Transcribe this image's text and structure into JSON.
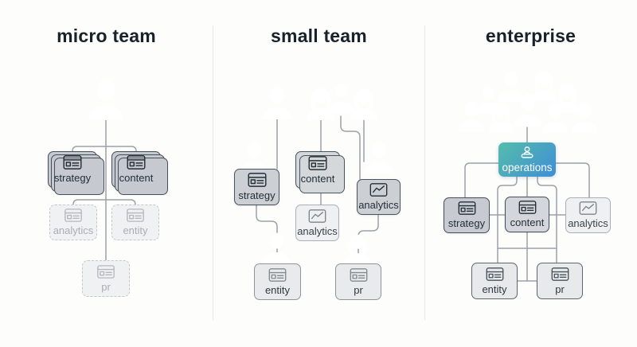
{
  "panels": [
    {
      "title": "micro team",
      "nodes": [
        {
          "label": "strategy",
          "state": "active-stacked"
        },
        {
          "label": "content",
          "state": "active-stacked"
        },
        {
          "label": "analytics",
          "state": "inactive-dashed"
        },
        {
          "label": "entity",
          "state": "inactive-dashed"
        },
        {
          "label": "pr",
          "state": "inactive-dashed"
        }
      ],
      "people_count": 1
    },
    {
      "title": "small team",
      "nodes": [
        {
          "label": "strategy",
          "state": "owned"
        },
        {
          "label": "content",
          "state": "owned-stacked"
        },
        {
          "label": "analytics",
          "state": "secondary"
        },
        {
          "label": "analytics",
          "state": "owned"
        },
        {
          "label": "entity",
          "state": "owned-light"
        },
        {
          "label": "pr",
          "state": "owned-light"
        }
      ],
      "people_count": 8
    },
    {
      "title": "enterprise",
      "nodes": [
        {
          "label": "operations",
          "state": "highlight-gradient"
        },
        {
          "label": "strategy",
          "state": "owned"
        },
        {
          "label": "content",
          "state": "owned"
        },
        {
          "label": "analytics",
          "state": "secondary"
        },
        {
          "label": "entity",
          "state": "owned-light"
        },
        {
          "label": "pr",
          "state": "owned-light"
        }
      ],
      "people_count": 9
    }
  ],
  "icons": {
    "browser": "browser-window-icon",
    "chart": "line-chart-icon",
    "operations": "person-at-desk-icon",
    "person": "person-icon"
  },
  "colors": {
    "background": "#fdfdfc",
    "title_text": "#18222b",
    "connector": "#9ba2a8",
    "divider": "#e8eaea",
    "box_dark_fill": "#c6cad0",
    "box_dark_border": "#454f58",
    "box_light_fill": "#eef0f1",
    "box_soft_fill": "#e8eaeb",
    "dashed_border": "#c4c8cb",
    "dashed_text": "#a9aeb3",
    "operations_gradient_start": "#55bdaa",
    "operations_gradient_end": "#3f8ed6",
    "operations_text": "#ffffff",
    "person_outline": "#323d46",
    "person_outline_faded": "#b6bcc1"
  }
}
